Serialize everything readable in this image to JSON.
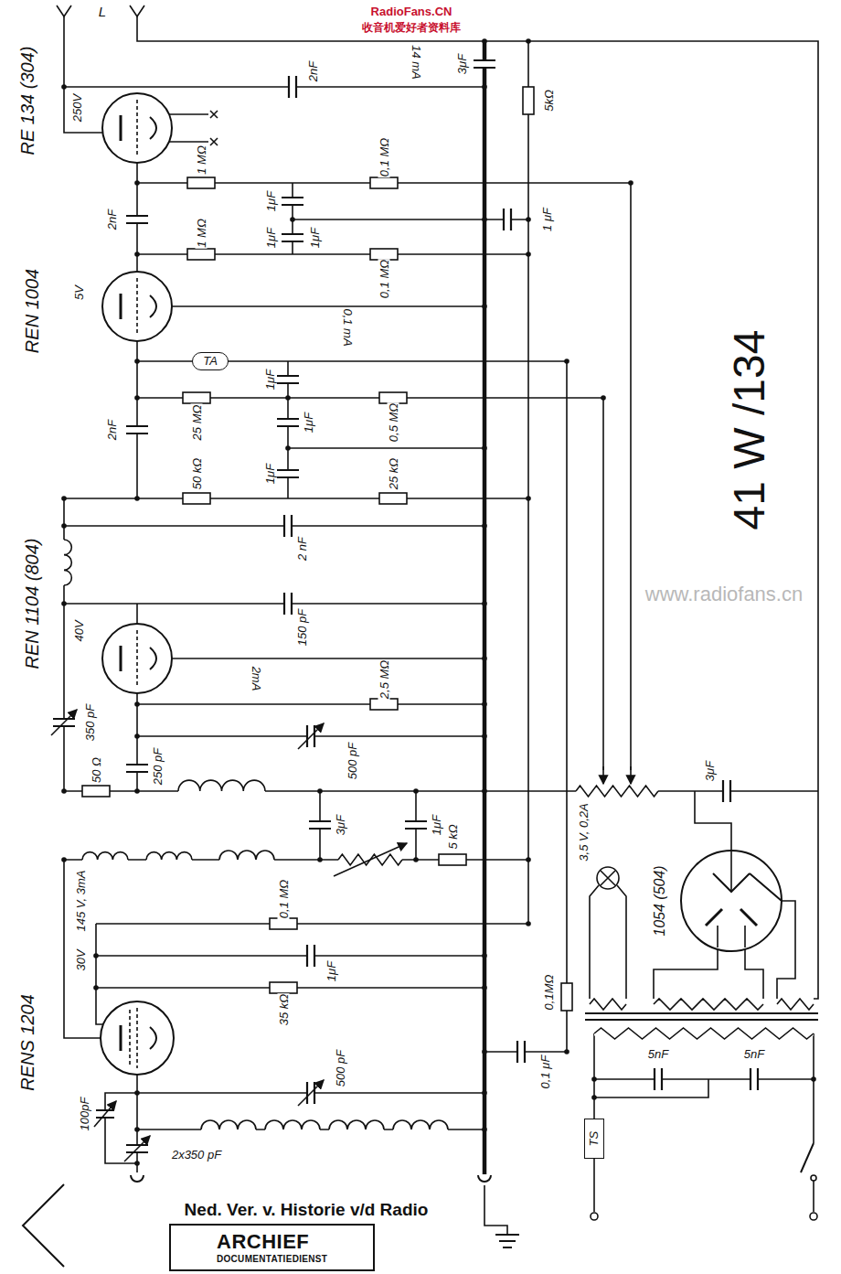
{
  "diagram": {
    "nodes": [
      {
        "text": [
          "TA"
        ]
      },
      {
        "text": [
          "TS"
        ]
      },
      {
        "text": [
          "ARCHIEF",
          "DOCUMENTATIEDIENST"
        ]
      }
    ],
    "labels": [
      "RadioFans.CN",
      "收音机爱好者资料库",
      "L",
      "RE 134 (304)",
      "250V",
      "2nF",
      "14 mA",
      "3μF",
      "5kΩ",
      "2nF",
      "1 MΩ",
      "1μF",
      "1μF",
      "1μF",
      "0,1 MΩ",
      "1 μF",
      "REN 1004",
      "5V",
      "1 MΩ",
      "0,1 MΩ",
      "0,1 mA",
      "2nF",
      "25 MΩ",
      "1μF",
      "1μF",
      "1μF",
      "0,5 MΩ",
      "50 kΩ",
      "25 kΩ",
      "2 nF",
      "REN 1104 (804)",
      "40V",
      "150 pF",
      "2mA",
      "2,5 MΩ",
      "350 pF",
      "250 pF",
      "500 pF",
      "50 Ω",
      "3μF",
      "1μF",
      "5 kΩ",
      "0,1 MΩ",
      "145 V, 3mA",
      "30V",
      "RENS 1204",
      "1μF",
      "35 kΩ",
      "500 pF",
      "100pF",
      "2x350 pF",
      "0,1 μF",
      "0,1MΩ",
      "3,5 V, 0,2A",
      "1054 (504)",
      "3μF",
      "41 W /134",
      "www.radiofans.cn",
      "5nF",
      "5nF",
      "Ned. Ver. v. Historie v/d Radio"
    ]
  }
}
